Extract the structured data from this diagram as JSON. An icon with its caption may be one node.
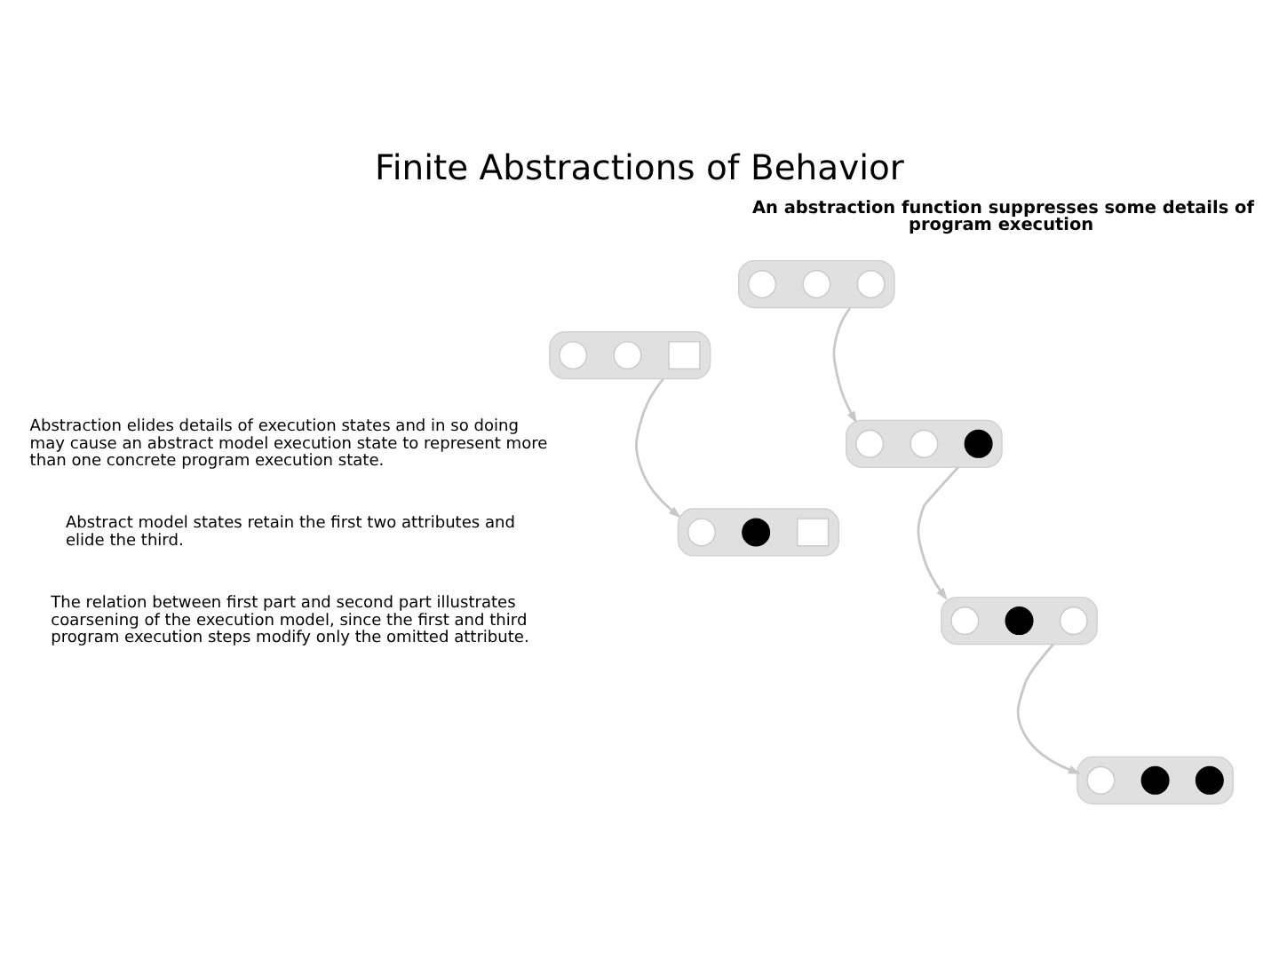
{
  "diagram": {
    "title": "Finite Abstractions of Behavior",
    "nodes": [
      {
        "text": [],
        "shape": "box"
      },
      {
        "text": [],
        "shape": "circle",
        "in": 0
      },
      {
        "text": [],
        "shape": "circle",
        "in": 0
      },
      {
        "text": [],
        "shape": "circle",
        "in": 0
      },
      {
        "text": [],
        "shape": "box"
      },
      {
        "text": [],
        "shape": "circle",
        "in": 4
      },
      {
        "text": [],
        "shape": "circle",
        "in": 4
      },
      {
        "text": [],
        "shape": "dot",
        "in": 4
      },
      {
        "text": [],
        "shape": "box"
      },
      {
        "text": [],
        "shape": "circle",
        "in": 8
      },
      {
        "text": [],
        "shape": "dot",
        "in": 8
      },
      {
        "text": [],
        "shape": "circle",
        "in": 8
      },
      {
        "text": [],
        "shape": "box"
      },
      {
        "text": [],
        "shape": "circle",
        "in": 12
      },
      {
        "text": [],
        "shape": "dot",
        "in": 12
      },
      {
        "text": [],
        "shape": "dot",
        "in": 12
      },
      {
        "text": [],
        "shape": "box"
      },
      {
        "text": [],
        "shape": "circle",
        "in": 16
      },
      {
        "text": [],
        "shape": "circle",
        "in": 16
      },
      {
        "text": [],
        "shape": "box",
        "in": 16
      },
      {
        "text": [],
        "shape": "box"
      },
      {
        "text": [],
        "shape": "circle",
        "in": 20
      },
      {
        "text": [],
        "shape": "dot",
        "in": 20
      },
      {
        "text": [],
        "shape": "box",
        "in": 20
      }
    ],
    "edges": [
      {
        "from": 0,
        "to": 4,
        "arrow": "to"
      },
      {
        "from": 4,
        "to": 8,
        "arrow": "to"
      },
      {
        "from": 8,
        "to": 12,
        "arrow": "to"
      },
      {
        "from": 16,
        "to": 20,
        "arrow": "to"
      }
    ],
    "labels": [
      "An abstraction function suppresses some details of program execution",
      "Abstraction elides details of execution states and in so doing may cause an abstract model execution state to represent more than one concrete program execution state.",
      "Abstract model states retain the first two attributes and elide the third.",
      "The relation between first part and second part illustrates coarsening of the execution model, since the first and third program execution steps modify only the omitted attribute."
    ]
  }
}
